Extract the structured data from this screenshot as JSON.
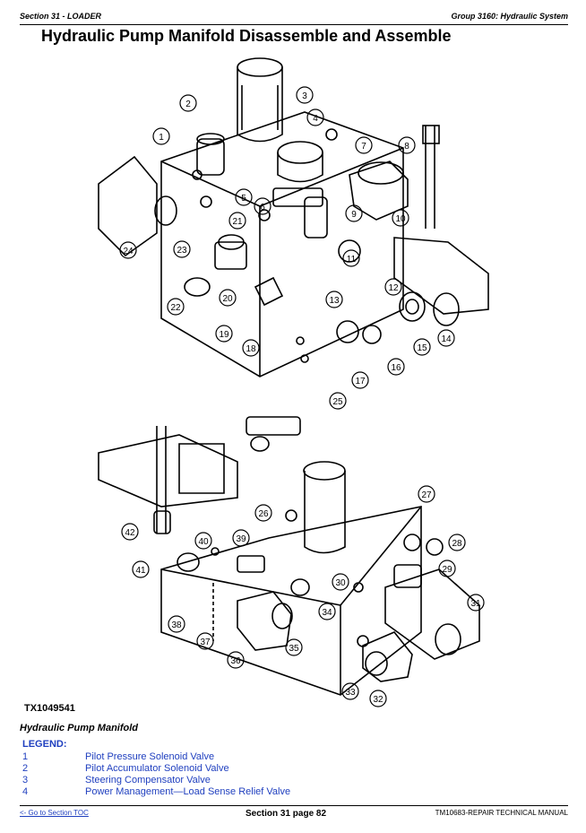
{
  "header": {
    "section": "Section 31 - LOADER",
    "group": "Group 3160: Hydraulic System"
  },
  "title": "Hydraulic Pump Manifold Disassemble and Assemble",
  "figure": {
    "id": "TX1049541",
    "callouts_top": [
      "1",
      "2",
      "3",
      "4",
      "5",
      "6",
      "7",
      "8",
      "9",
      "10",
      "11",
      "12",
      "13",
      "14",
      "15",
      "16",
      "17",
      "18",
      "19",
      "20",
      "21",
      "22",
      "23",
      "24"
    ],
    "callouts_bottom": [
      "25",
      "26",
      "27",
      "28",
      "29",
      "30",
      "31",
      "32",
      "33",
      "34",
      "35",
      "36",
      "37",
      "38",
      "39",
      "40",
      "41",
      "42"
    ]
  },
  "caption": "Hydraulic Pump Manifold",
  "legend": {
    "title": "LEGEND:",
    "items": [
      {
        "num": "1",
        "text": "Pilot Pressure Solenoid Valve"
      },
      {
        "num": "2",
        "text": "Pilot Accumulator Solenoid Valve"
      },
      {
        "num": "3",
        "text": "Steering Compensator Valve"
      },
      {
        "num": "4",
        "text": "Power Management—Load Sense Relief Valve"
      }
    ]
  },
  "footer": {
    "toc_link": "<- Go to Section TOC",
    "page": "Section 31 page 82",
    "manual": "TM10683-REPAIR TECHNICAL MANUAL"
  }
}
